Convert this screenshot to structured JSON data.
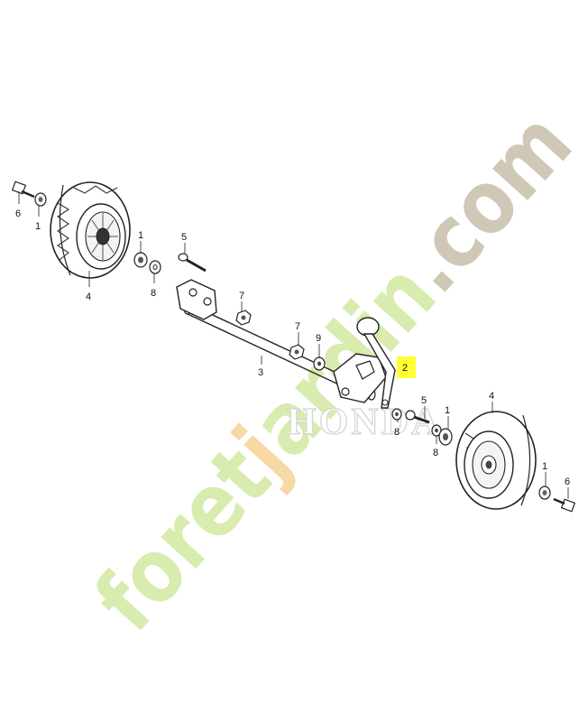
{
  "watermark": {
    "text": "foretjardin.com",
    "colors": {
      "green": "#d7ecae",
      "orange": "#f7d9a6",
      "tan": "#cfc8b6"
    }
  },
  "brand": {
    "text": "HONDA",
    "color": "#d4d4d4"
  },
  "highlight_color": "#ffff33",
  "labels": {
    "l6a": "6",
    "l1a": "1",
    "l4a": "4",
    "l1b": "1",
    "l8a": "8",
    "l5a": "5",
    "l7a": "7",
    "l7b": "7",
    "l9": "9",
    "l3": "3",
    "l2": "2",
    "l8b": "8",
    "l5b": "5",
    "l1c": "1",
    "l8c": "8",
    "l4b": "4",
    "l1d": "1",
    "l6b": "6"
  }
}
